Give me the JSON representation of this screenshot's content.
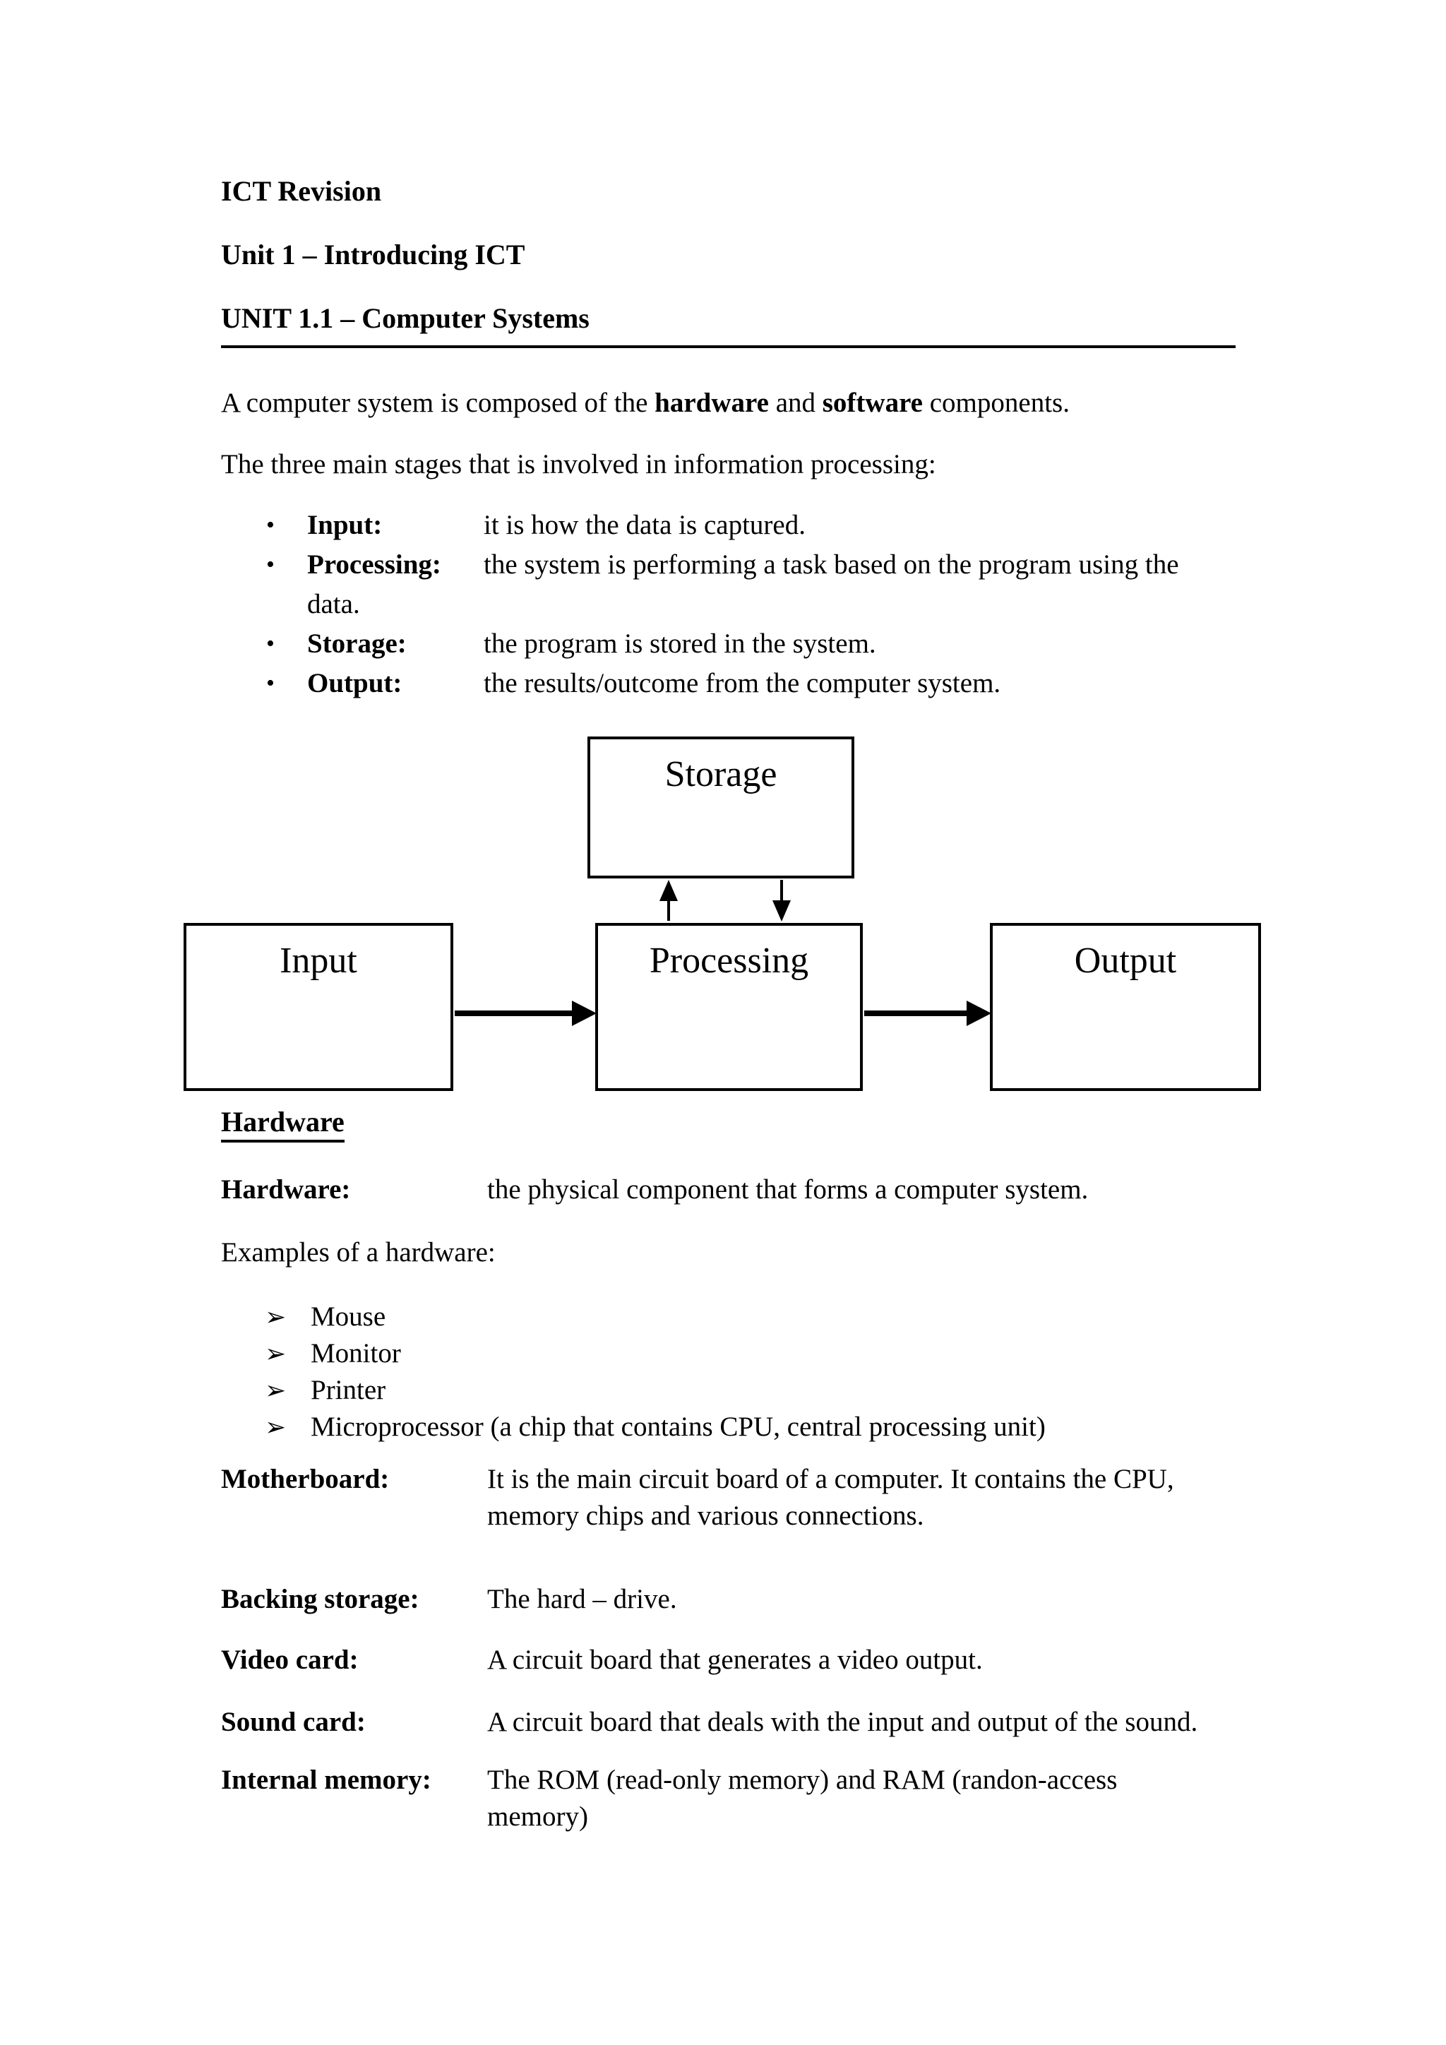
{
  "page": {
    "bullet_char": "•",
    "arrow_char": "➢",
    "headings": {
      "title": "ICT Revision",
      "unit": "Unit 1 – Introducing ICT",
      "section": "UNIT 1.1 – Computer Systems"
    },
    "intro": {
      "p1_pre": "A computer system is composed of the ",
      "p1_bold1": "hardware",
      "p1_mid": " and ",
      "p1_bold2": "software",
      "p1_post": " components.",
      "p2": "The three main stages that is involved in information processing:"
    },
    "stages": [
      {
        "term": "Input:",
        "desc": "it is how the data is captured."
      },
      {
        "term": "Processing:",
        "desc": "the system is performing a task based on the program using the",
        "desc2": "data."
      },
      {
        "term": "Storage:",
        "desc": "the program is stored in the system."
      },
      {
        "term": "Output:",
        "desc": "the results/outcome from the computer system."
      }
    ],
    "diagram": {
      "storage": "Storage",
      "input": "Input",
      "processing": "Processing",
      "output": "Output"
    },
    "hardware": {
      "heading": "Hardware",
      "definition": {
        "term": "Hardware:",
        "desc": "the physical component that forms a computer system."
      },
      "examples_label": "Examples of a hardware:",
      "examples": [
        {
          "label": "Mouse"
        },
        {
          "label": "Monitor"
        },
        {
          "label": "Printer"
        },
        {
          "label": "Microprocessor (a chip that contains CPU, central processing unit)"
        }
      ],
      "definitions": [
        {
          "term": "Motherboard:",
          "desc": "It is the main circuit board of a computer. It contains the CPU,",
          "desc2": "memory chips and various connections."
        },
        {
          "term": "Backing storage:",
          "desc": "The hard – drive."
        },
        {
          "term": "Video card:",
          "desc": "A circuit board that generates a video output."
        },
        {
          "term": "Sound card:",
          "desc": "A circuit board that deals with the input and output of the sound."
        },
        {
          "term": "Internal memory:",
          "desc": "The ROM (read-only memory) and RAM (randon-access",
          "desc2": "memory)"
        }
      ]
    }
  }
}
